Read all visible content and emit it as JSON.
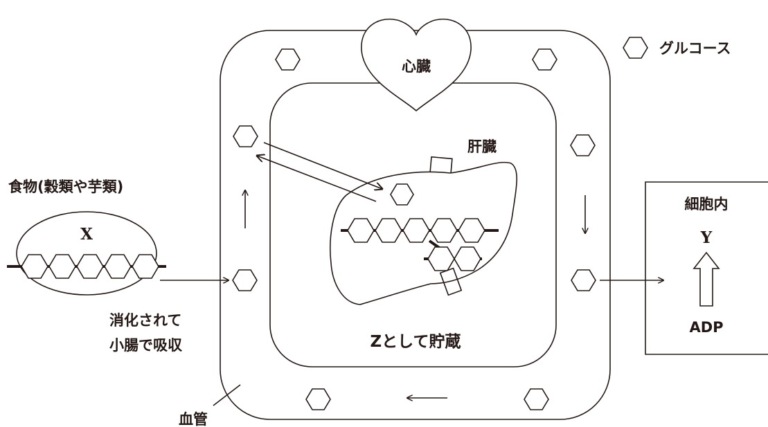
{
  "legend": {
    "glucose": "グルコース"
  },
  "labels": {
    "heart": "心臓",
    "liver": "肝臓",
    "food": "食物(穀類や芋類)",
    "x": "X",
    "digest_line1": "消化されて",
    "digest_line2": "小腸で吸収",
    "storage": "Zとして貯蔵",
    "cell_inside": "細胞内",
    "y": "Y",
    "adp": "ADP",
    "vessel": "血管"
  }
}
